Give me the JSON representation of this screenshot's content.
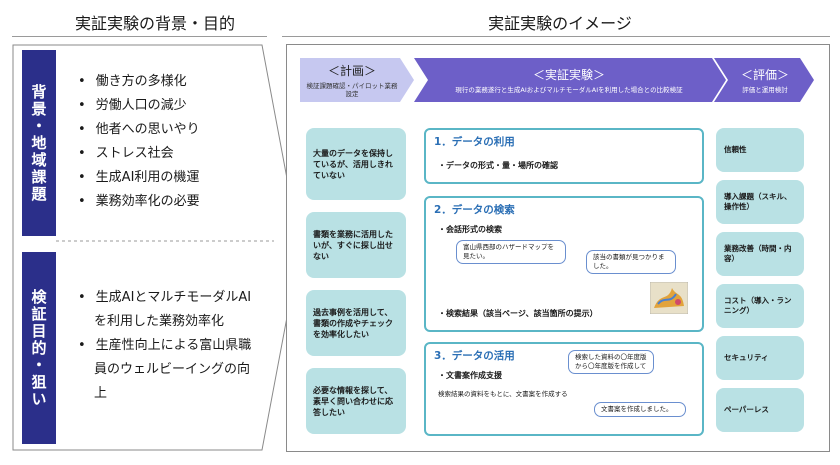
{
  "headings": {
    "left": "実証実験の背景・目的",
    "right": "実証実験のイメージ"
  },
  "background": {
    "label": "背景・地域課題",
    "items": [
      "働き方の多様化",
      "労働人口の減少",
      "他者への思いやり",
      "ストレス社会",
      "生成AI利用の機運",
      "業務効率化の必要"
    ]
  },
  "purpose": {
    "label": "検証目的・狙い",
    "items": [
      "生成AIとマルチモーダルAIを利用した業務効率化",
      "生産性向上による富山県職員のウェルビーイングの向上"
    ]
  },
  "phases": {
    "plan": {
      "title": "＜計画＞",
      "sub": "検証課題確認・パイロット業務設定"
    },
    "experiment": {
      "title": "＜実証実験＞",
      "sub": "現行の業務遂行と生成AIおよびマルチモーダルAIを利用した場合との比較検証"
    },
    "evaluation": {
      "title": "＜評価＞",
      "sub": "評価と運用検討"
    }
  },
  "issues": [
    "大量のデータを保持しているが、活用しきれていない",
    "書類を業務に活用したいが、すぐに探し出せない",
    "過去事例を活用して、書類の作成やチェックを効率化したい",
    "必要な情報を探して、素早く問い合わせに応答したい"
  ],
  "steps": {
    "s1": {
      "title": "1．データの利用",
      "item": "・データの形式・量・場所の確認"
    },
    "s2": {
      "title": "2．データの検索",
      "item1": "・会話形式の検索",
      "bubble_user": "富山県西部のハザードマップを見たい。",
      "bubble_ai": "該当の書類が見つかりました。",
      "item2": "・検索結果（該当ページ、該当箇所の提示）"
    },
    "s3": {
      "title": "3．データの活用",
      "item": "・文書案作成支援",
      "desc": "検索結果の資料をもとに、文書案を作成する",
      "bubble_user": "検索した資料の〇年度版から〇年度版を作成して",
      "bubble_ai": "文書案を作成しました。"
    }
  },
  "evaluation_items": [
    "信頼性",
    "導入課題（スキル、操作性）",
    "業務改善（時間・内容）",
    "コスト（導入・ランニング）",
    "セキュリティ",
    "ペーパーレス"
  ],
  "colors": {
    "navy": "#2b2f8a",
    "teal": "#b9e1e4",
    "lavender": "#c6c8f0",
    "violet": "#6d5fc8",
    "border": "#5ab6c6"
  }
}
